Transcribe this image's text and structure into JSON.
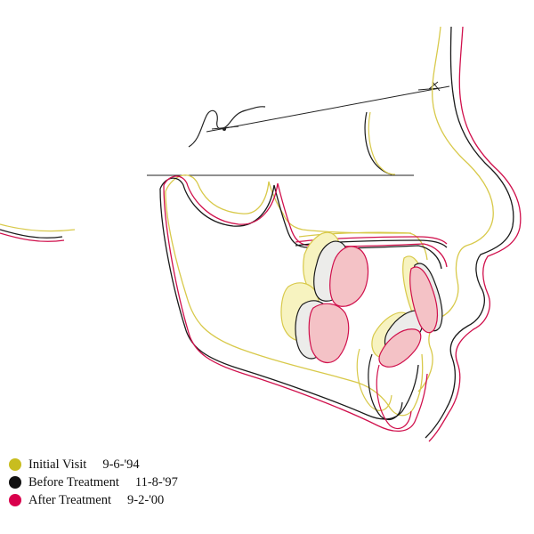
{
  "legend": [
    {
      "label": "Initial Visit",
      "date": "9-6-'94",
      "color": "#c8bd1f"
    },
    {
      "label": "Before Treatment",
      "date": "11-8-'97",
      "color": "#111111"
    },
    {
      "label": "After Treatment",
      "date": "9-2-'00",
      "color": "#d9004c"
    }
  ],
  "colors": {
    "initial": "#d8c94a",
    "before": "#1a1a1a",
    "after": "#d0104c",
    "upper_tooth_fill": "#f4c2c6",
    "lower_tooth_fill": "#f7f3c0",
    "before_tooth_fill": "#ececea"
  }
}
